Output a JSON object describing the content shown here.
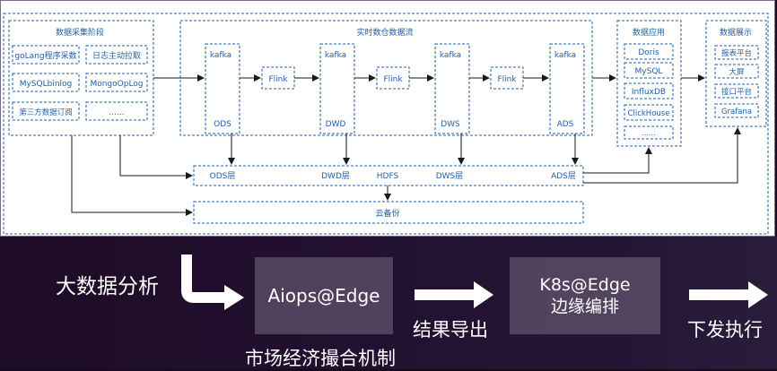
{
  "diagram": {
    "collect": {
      "title": "数据采集阶段",
      "items": [
        "goLang程序采数",
        "日志主动拉取",
        "MySQLbinlog",
        "MongoOpLog",
        "第三方数据订阅",
        "......"
      ]
    },
    "realtime": {
      "title": "实时数仓数据流",
      "kafka": [
        "kafka",
        "kafka",
        "kafka",
        "kafka"
      ],
      "layers": [
        "ODS",
        "DWD",
        "DWS",
        "ADS"
      ],
      "flink": [
        "Flink",
        "Flink",
        "Flink"
      ]
    },
    "apps": {
      "title": "数据应用",
      "items": [
        "Doris",
        "MySQL",
        "InfluxDB",
        "ClickHouse",
        "......"
      ]
    },
    "display": {
      "title": "数据展示",
      "items": [
        "报表平台",
        "大屏",
        "接口平台",
        "Grafana"
      ]
    },
    "hdfs_bar": {
      "labels": [
        "ODS层",
        "DWD层",
        "HDFS",
        "DWS层",
        "ADS层"
      ]
    },
    "cloud_backup": "云备份"
  },
  "flow": {
    "left_label": "大数据分析",
    "box1": "Aiops@Edge",
    "caption1": "市场经济撮合机制",
    "arrow1_label": "结果导出",
    "box2_line1": "K8s@Edge",
    "box2_line2": "边缘编排",
    "arrow2_label": "下发执行"
  },
  "colors": {
    "diagram_line": "#1f5fa8",
    "background": "#190a1e",
    "panel": "#786982"
  }
}
